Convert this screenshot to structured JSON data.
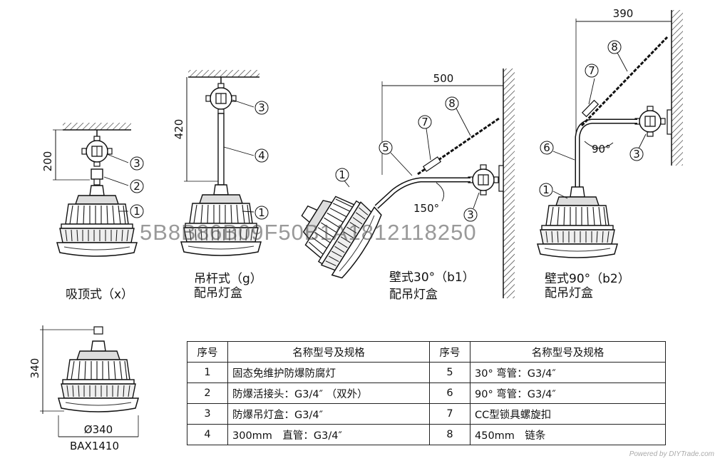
{
  "captions": {
    "x": "吸顶式（x）",
    "g_line1": "吊杆式（g）",
    "g_line2": "配吊灯盒",
    "b1_line1": "壁式30°（b1）",
    "b1_line2": "配吊灯盒",
    "b2_line1": "壁式90°（b2）",
    "b2_line2": "配吊灯盒",
    "model": "BAX1410"
  },
  "dimensions": {
    "x_height": "200",
    "g_height": "420",
    "b1_width": "500",
    "b2_width": "390",
    "lamp_height": "340",
    "lamp_diameter": "Ø340",
    "angle_b1": "150°",
    "angle_b2": "90°"
  },
  "callouts": [
    "1",
    "2",
    "3",
    "4",
    "5",
    "6",
    "7",
    "8"
  ],
  "watermark": "5B8B86B09F50B1A1812118250",
  "footer": "Powered by DIYTrade.com",
  "table": {
    "headers": [
      "序号",
      "名称型号及规格",
      "序号",
      "名称型号及规格"
    ],
    "rows": [
      {
        "n1": "1",
        "d1": "固态免维护防爆防腐灯",
        "n2": "5",
        "d2": "30° 弯管：G3/4″"
      },
      {
        "n1": "2",
        "d1": "防爆活接头：G3/4″ （双外）",
        "n2": "6",
        "d2": "90° 弯管：G3/4″"
      },
      {
        "n1": "3",
        "d1": "防爆吊灯盒：G3/4″",
        "n2": "7",
        "d2": "CC型锁具螺旋扣"
      },
      {
        "n1": "4",
        "d1": "300mm　直管：G3/4″",
        "n2": "8",
        "d2": "450mm　链条"
      }
    ]
  }
}
